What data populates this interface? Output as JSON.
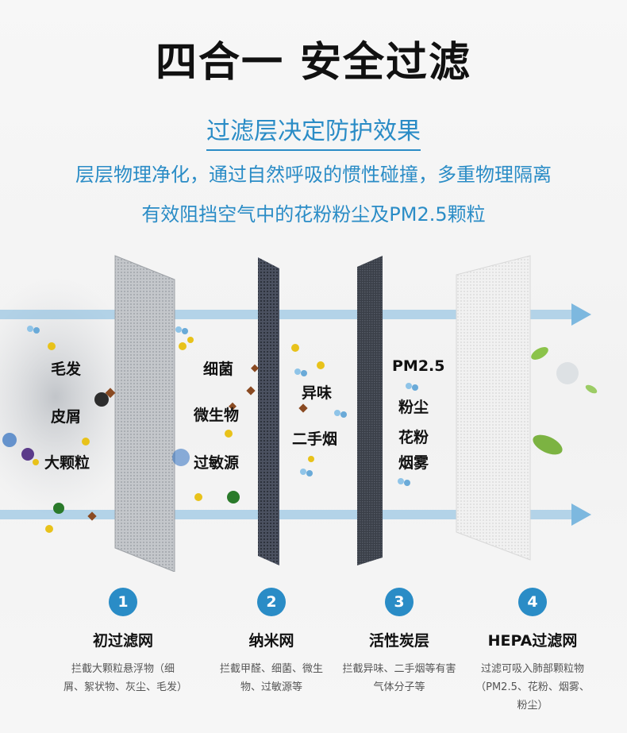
{
  "header": {
    "title": "四合一 安全过滤",
    "subtitle": "过滤层决定防护效果",
    "desc_line1": "层层物理净化，通过自然呼吸的惯性碰撞，多重物理隔离",
    "desc_line2": "有效阻挡空气中的花粉粉尘及PM2.5颗粒"
  },
  "scene": {
    "labels_1": [
      "毛发",
      "皮屑",
      "大颗粒"
    ],
    "labels_2": [
      "细菌",
      "微生物",
      "过敏源"
    ],
    "labels_3": [
      "异味",
      "二手烟"
    ],
    "labels_4": [
      "PM2.5",
      "粉尘",
      "花粉",
      "烟雾"
    ],
    "colors": {
      "accent": "#2a8cc6",
      "arrow": "#7db8df",
      "layer1": "#b9bcc0",
      "layer2": "#4b5160",
      "layer3": "#3a3f48",
      "layer4": "#eeeeee"
    }
  },
  "steps": [
    {
      "number": "1",
      "name": "初过滤网",
      "desc": "拦截大颗粒悬浮物（细屑、絮状物、灰尘、毛发）"
    },
    {
      "number": "2",
      "name": "纳米网",
      "desc": "拦截甲醛、细菌、微生物、过敏源等"
    },
    {
      "number": "3",
      "name": "活性炭层",
      "desc": "拦截异味、二手烟等有害气体分子等"
    },
    {
      "number": "4",
      "name": "HEPA过滤网",
      "desc": "过滤可吸入肺部颗粒物（PM2.5、花粉、烟雾、粉尘）"
    }
  ]
}
